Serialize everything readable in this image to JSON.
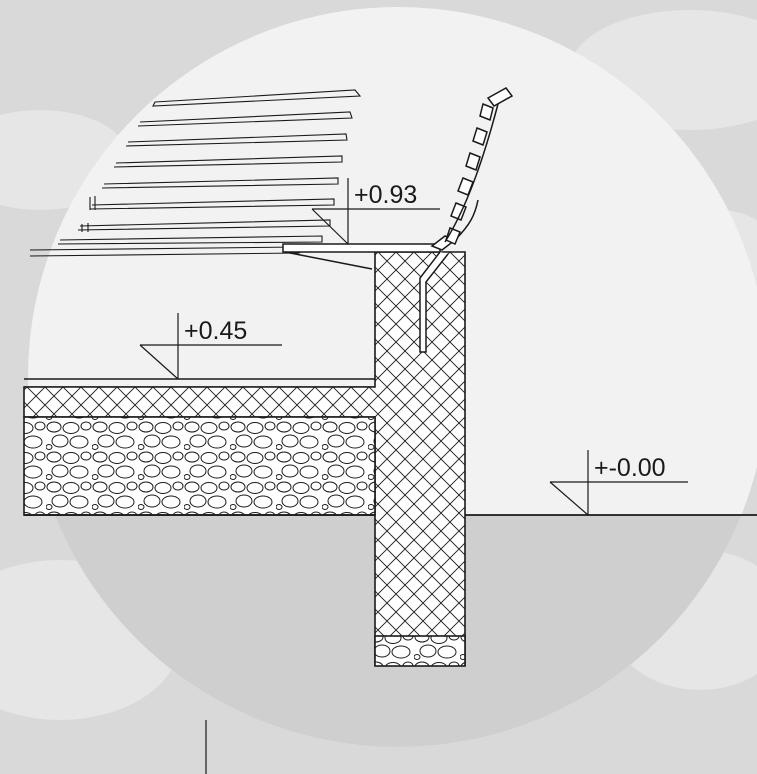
{
  "levels": {
    "bench_top": "+0.93",
    "terrace_floor": "+0.45",
    "ground": "+-0.00"
  },
  "colors": {
    "background": "#d9d9d9",
    "circle_fill": "#f2f2f2",
    "ground_fill": "#cfcfcf",
    "line": "#1a1a1a"
  }
}
